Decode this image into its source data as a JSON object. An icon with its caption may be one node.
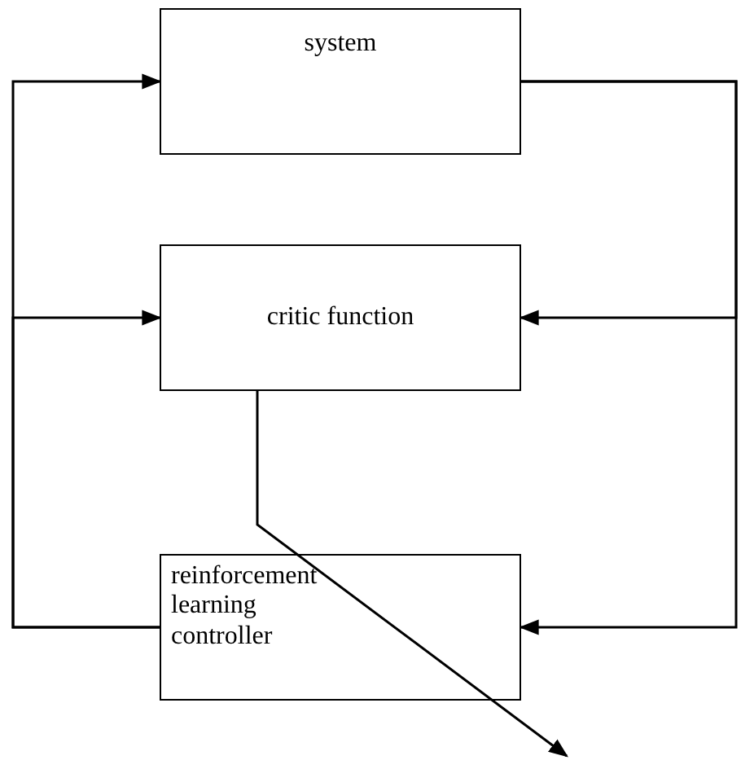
{
  "diagram": {
    "nodes": [
      {
        "text": [
          "system"
        ]
      },
      {
        "text": [
          "critic function"
        ]
      },
      {
        "text": [
          "reinforcement learning controller"
        ]
      }
    ],
    "edges": [
      {
        "from": 2,
        "to": 0,
        "arrow": "to"
      },
      {
        "from": 2,
        "to": 1,
        "arrow": "to"
      },
      {
        "from": 0,
        "to": 1,
        "arrow": "to"
      },
      {
        "from": 0,
        "to": 2,
        "arrow": "to"
      },
      {
        "from": 1,
        "to": null,
        "arrow": "to"
      }
    ]
  }
}
